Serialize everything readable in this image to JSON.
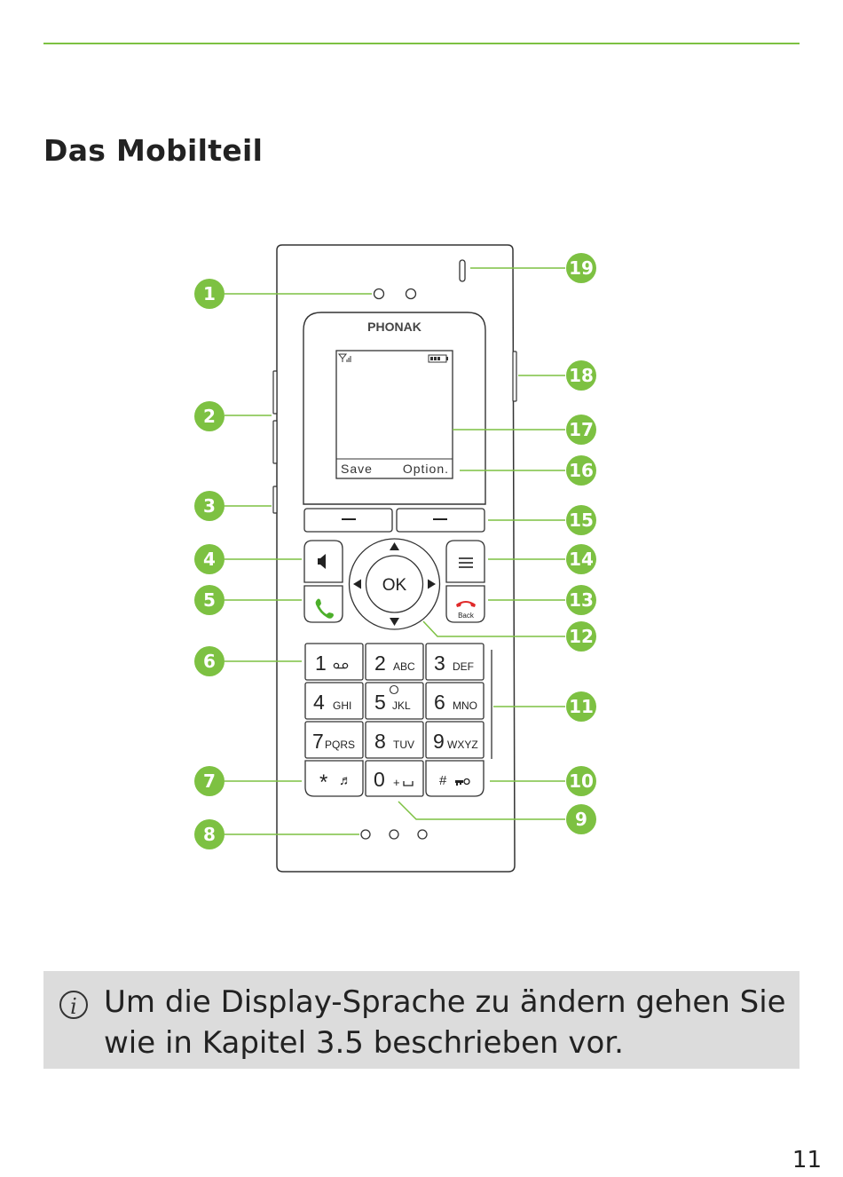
{
  "page": {
    "title": "Das Mobilteil",
    "page_number": "11",
    "accent_color": "#7dc142"
  },
  "handset": {
    "brand": "PHONAK",
    "display": {
      "left_softkey": "Save",
      "right_softkey": "Option."
    },
    "nav": {
      "center": "OK"
    },
    "back_label": "Back",
    "keys": [
      {
        "digit": "1",
        "letters": ""
      },
      {
        "digit": "2",
        "letters": "ABC"
      },
      {
        "digit": "3",
        "letters": "DEF"
      },
      {
        "digit": "4",
        "letters": "GHI"
      },
      {
        "digit": "5",
        "letters": "JKL"
      },
      {
        "digit": "6",
        "letters": "MNO"
      },
      {
        "digit": "7",
        "letters": "PQRS"
      },
      {
        "digit": "8",
        "letters": "TUV"
      },
      {
        "digit": "9",
        "letters": "WXYZ"
      },
      {
        "digit": "*",
        "letters": ""
      },
      {
        "digit": "0",
        "letters": "+"
      },
      {
        "digit": "#",
        "letters": ""
      }
    ]
  },
  "callouts": [
    "1",
    "2",
    "3",
    "4",
    "5",
    "6",
    "7",
    "8",
    "9",
    "10",
    "11",
    "12",
    "13",
    "14",
    "15",
    "16",
    "17",
    "18",
    "19"
  ],
  "info": {
    "icon": "info-icon",
    "text": "Um die Display-Sprache zu ändern gehen Sie wie in Kapitel 3.5 beschrieben vor."
  }
}
